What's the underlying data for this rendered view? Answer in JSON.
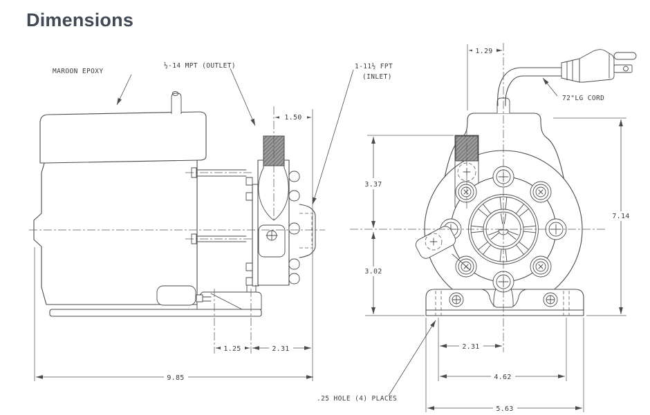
{
  "title": "Dimensions",
  "drawing": {
    "labels": {
      "epoxy": "MAROON EPOXY",
      "outlet": "½-14 MPT (OUTLET)",
      "inlet_1": "1-11½ FPT",
      "inlet_2": "(INLET)",
      "cord": "72\"LG  CORD",
      "hole_note": ".25 HOLE (4) PLACES"
    },
    "side": {
      "outlet_to_inlet": "1.50",
      "hole_spacing": "1.25",
      "hole_to_inlet": "2.31",
      "overall_length": "9.85"
    },
    "front": {
      "cord_offset": "1.29",
      "center_to_port_top": "3.37",
      "center_to_base": "3.02",
      "overall_height": "7.14",
      "hole_to_center": "2.31",
      "hole_spacing": "4.62",
      "overall_width": "5.63"
    },
    "colors": {
      "line": "#4a4a4a",
      "title": "#414a54",
      "thread_fill": "#9b9b9b"
    }
  }
}
